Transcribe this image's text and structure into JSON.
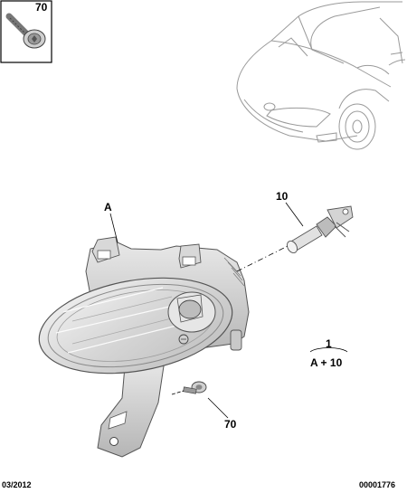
{
  "inset": {
    "ref": "70"
  },
  "callouts": {
    "assembly": "A",
    "bulb": "10",
    "screw": "70"
  },
  "kit": {
    "qty": "1",
    "contents": "A + 10"
  },
  "footer": {
    "date": "03/2012",
    "doc_number": "00001776"
  }
}
